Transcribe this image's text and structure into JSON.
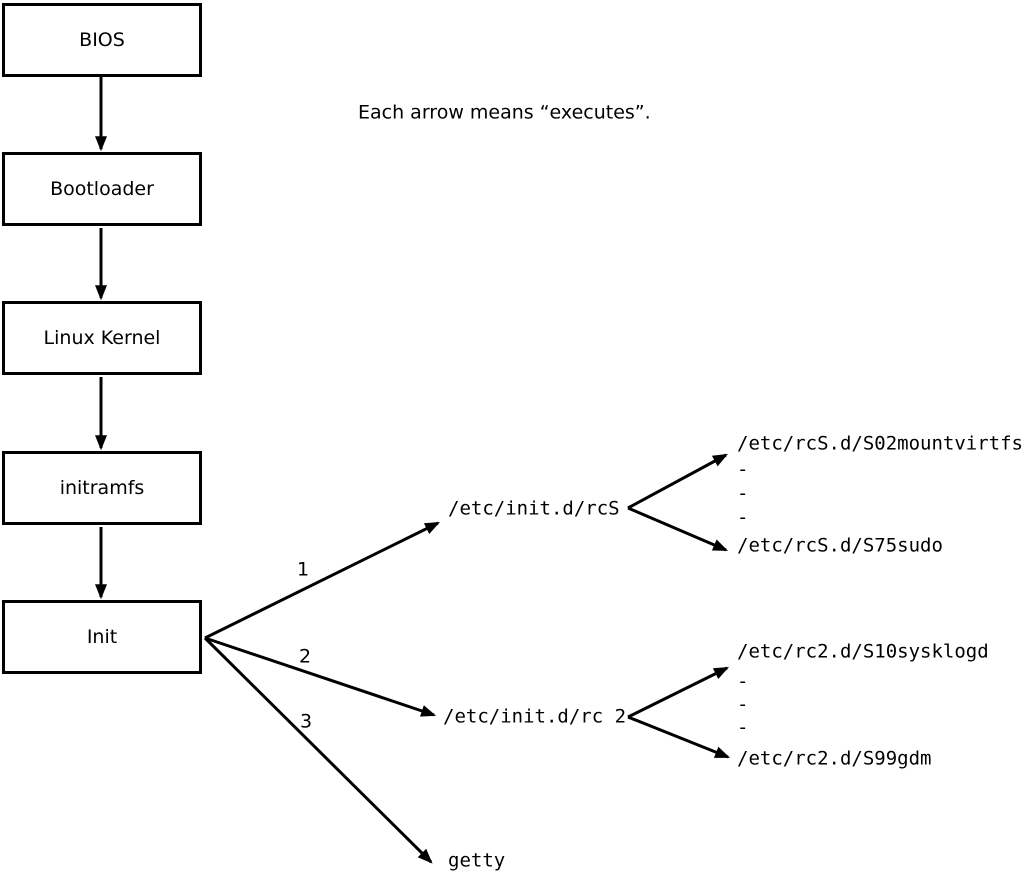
{
  "note": "Each arrow means “executes”.",
  "chain": [
    {
      "label": "BIOS"
    },
    {
      "label": "Bootloader"
    },
    {
      "label": "Linux Kernel"
    },
    {
      "label": "initramfs"
    },
    {
      "label": "Init"
    }
  ],
  "arrow_numbers": [
    "1",
    "2",
    "3"
  ],
  "targets": {
    "rcS": {
      "label": "/etc/init.d/rcS",
      "children": [
        "/etc/rcS.d/S02mountvirtfs",
        "-",
        "-",
        "-",
        "/etc/rcS.d/S75sudo"
      ]
    },
    "rc2": {
      "label": "/etc/init.d/rc 2",
      "children": [
        "/etc/rc2.d/S10sysklogd",
        "-",
        "-",
        "-",
        "/etc/rc2.d/S99gdm"
      ]
    },
    "getty": {
      "label": "getty"
    }
  },
  "colors": {
    "ink": "#000000",
    "background": "#ffffff"
  }
}
